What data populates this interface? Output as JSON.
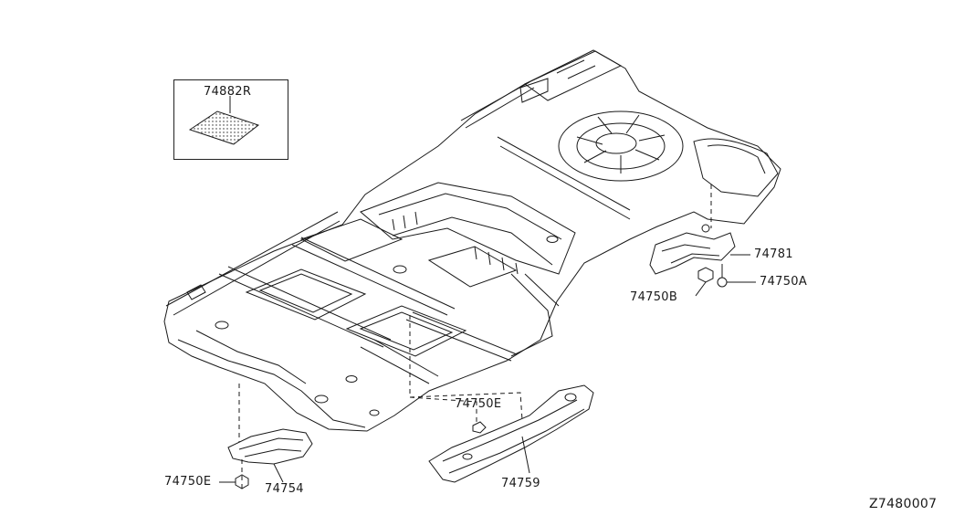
{
  "diagram_id": "Z7480007",
  "inset": {
    "part_number": "74882R"
  },
  "callouts": {
    "p74781": "74781",
    "p74750A": "74750A",
    "p74750B": "74750B",
    "p74750E_center": "74750E",
    "p74750E_left": "74750E",
    "p74754": "74754",
    "p74759": "74759"
  }
}
